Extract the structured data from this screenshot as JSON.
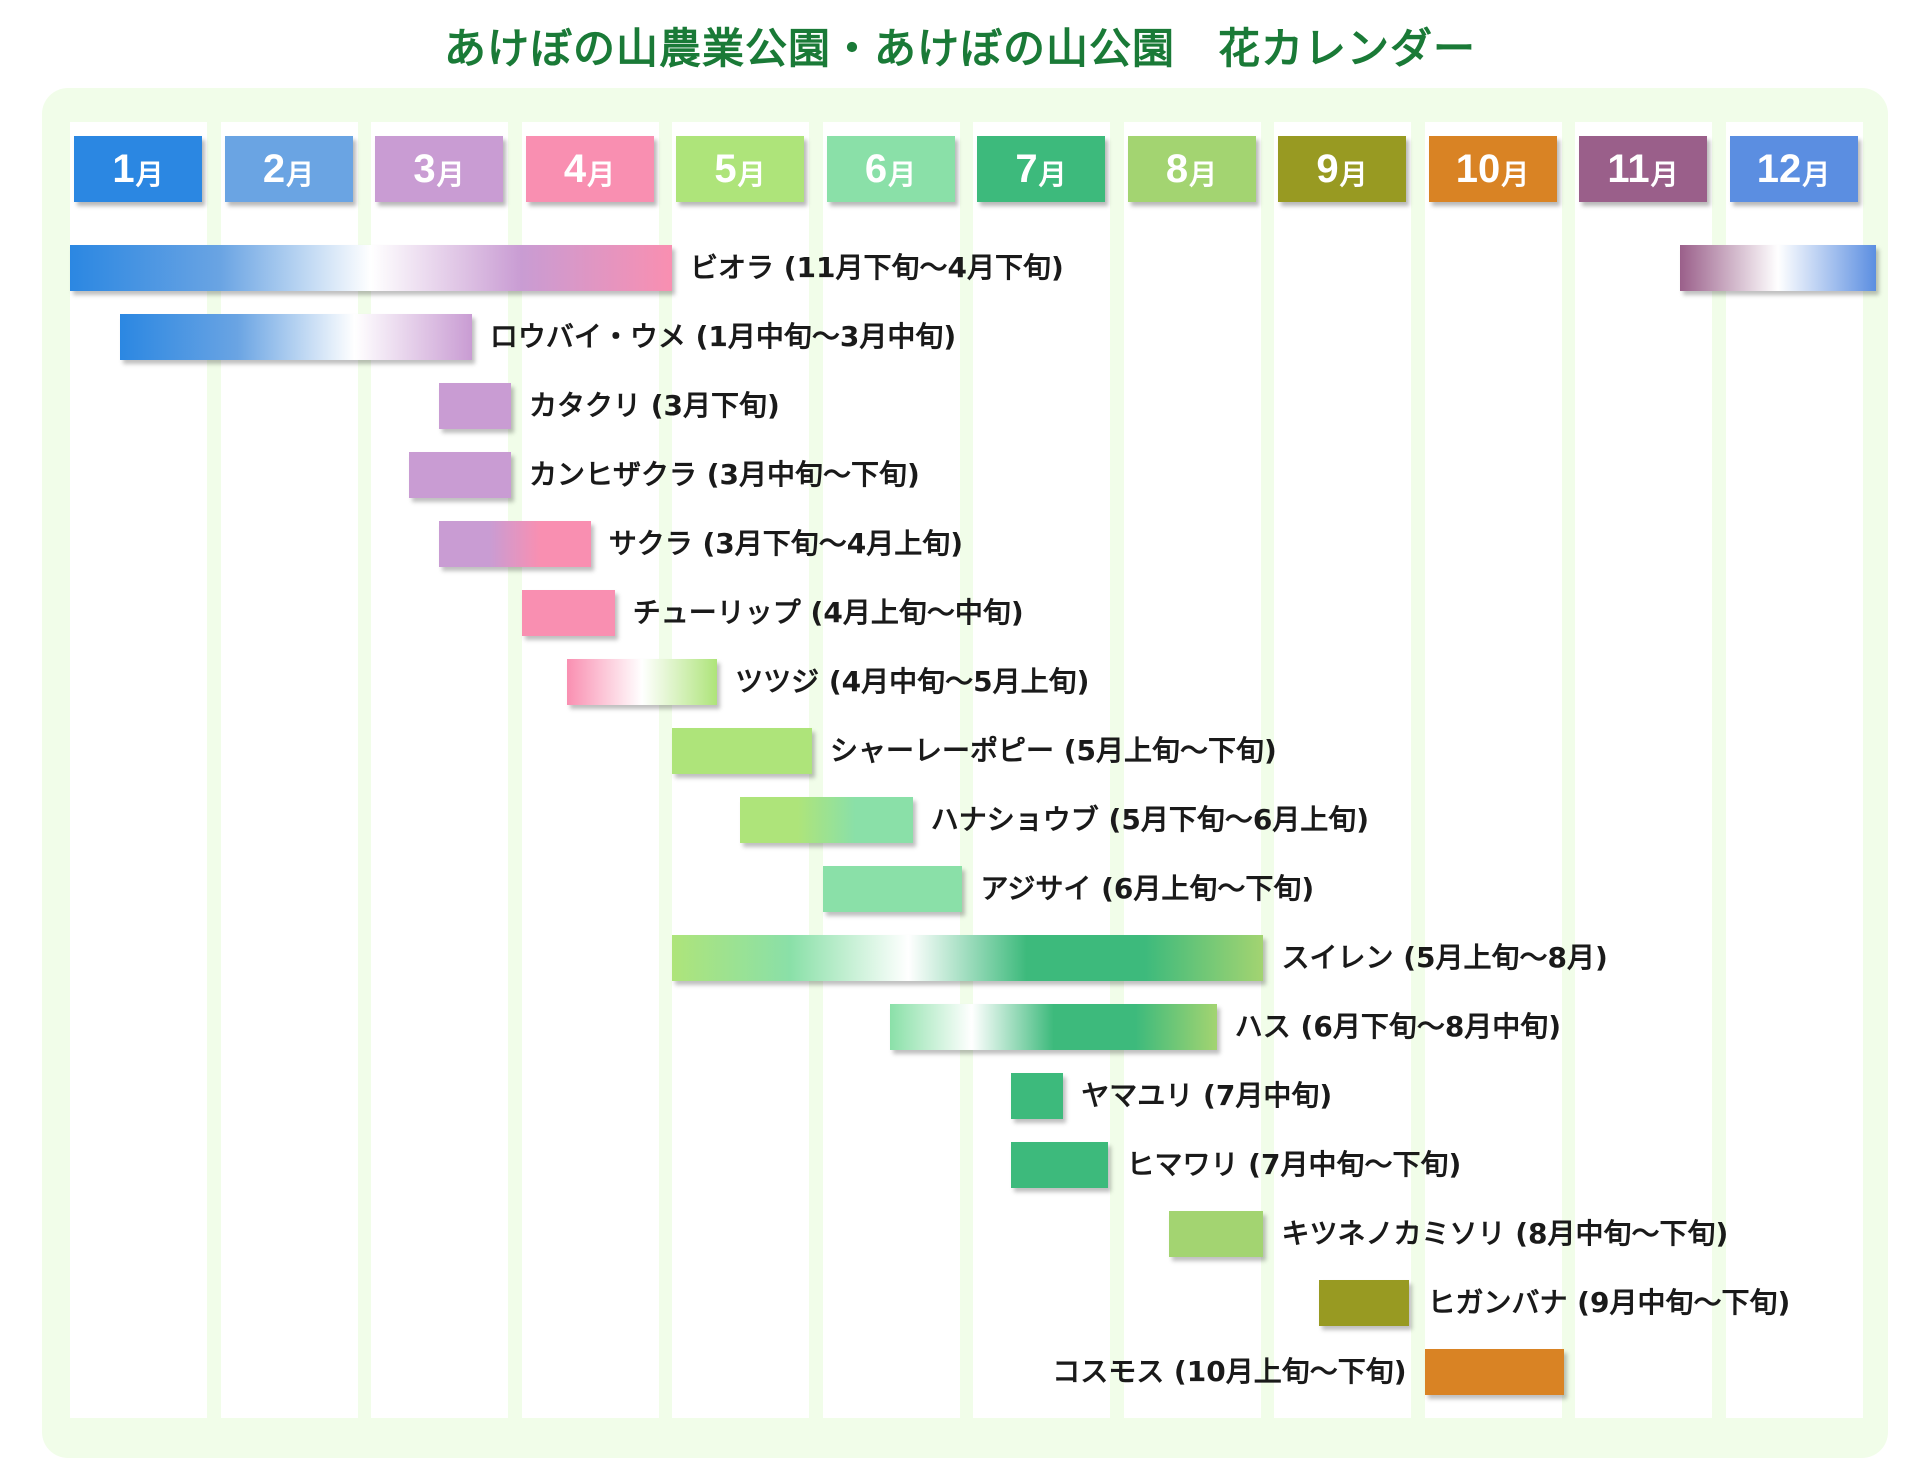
{
  "title": "あけぼの山農業公園・あけぼの山公園　花カレンダー",
  "months": [
    {
      "num": "1",
      "unit": "月",
      "color": "#2b87e2"
    },
    {
      "num": "2",
      "unit": "月",
      "color": "#6aa4e3"
    },
    {
      "num": "3",
      "unit": "月",
      "color": "#c99cd3"
    },
    {
      "num": "4",
      "unit": "月",
      "color": "#f98fb1"
    },
    {
      "num": "5",
      "unit": "月",
      "color": "#aee47a"
    },
    {
      "num": "6",
      "unit": "月",
      "color": "#8ae0a8"
    },
    {
      "num": "7",
      "unit": "月",
      "color": "#3dba7c"
    },
    {
      "num": "8",
      "unit": "月",
      "color": "#a3d471"
    },
    {
      "num": "9",
      "unit": "月",
      "color": "#989a22"
    },
    {
      "num": "10",
      "unit": "月",
      "color": "#d98324"
    },
    {
      "num": "11",
      "unit": "月",
      "color": "#9a5f8a"
    },
    {
      "num": "12",
      "unit": "月",
      "color": "#5b8ee1"
    }
  ],
  "flowers": [
    {
      "label": "ビオラ (11月下旬～4月下旬)",
      "label_side": "right",
      "segments": [
        {
          "start": 0.0,
          "end": 4.0,
          "colors": [
            "#2b87e2",
            "#6aa4e3",
            "#ffffff",
            "#c99cd3",
            "#f98fb1"
          ]
        },
        {
          "start": 10.7,
          "end": 12.0,
          "colors": [
            "#9a5f8a",
            "#ffffff",
            "#5b8ee1"
          ]
        }
      ]
    },
    {
      "label": "ロウバイ・ウメ (1月中旬～3月中旬)",
      "label_side": "right",
      "segments": [
        {
          "start": 0.33,
          "end": 2.67,
          "colors": [
            "#2b87e2",
            "#6aa4e3",
            "#ffffff",
            "#c99cd3"
          ]
        }
      ]
    },
    {
      "label": "カタクリ (3月下旬)",
      "label_side": "right",
      "segments": [
        {
          "start": 2.45,
          "end": 2.93,
          "colors": [
            "#c99cd3"
          ]
        }
      ]
    },
    {
      "label": "カンヒザクラ (3月中旬～下旬)",
      "label_side": "right",
      "segments": [
        {
          "start": 2.25,
          "end": 2.93,
          "colors": [
            "#c99cd3"
          ]
        }
      ]
    },
    {
      "label": "サクラ (3月下旬～4月上旬)",
      "label_side": "right",
      "segments": [
        {
          "start": 2.45,
          "end": 3.46,
          "colors": [
            "#c99cd3",
            "#c99cd3",
            "#f98fb1",
            "#f98fb1"
          ]
        }
      ]
    },
    {
      "label": "チューリップ (4月上旬～中旬)",
      "label_side": "right",
      "segments": [
        {
          "start": 3.0,
          "end": 3.62,
          "colors": [
            "#f98fb1"
          ]
        }
      ]
    },
    {
      "label": "ツツジ (4月中旬～5月上旬)",
      "label_side": "right",
      "segments": [
        {
          "start": 3.3,
          "end": 4.3,
          "colors": [
            "#f98fb1",
            "#ffffff",
            "#aee47a"
          ]
        }
      ]
    },
    {
      "label": "シャーレーポピー (5月上旬～下旬)",
      "label_side": "right",
      "segments": [
        {
          "start": 4.0,
          "end": 4.93,
          "colors": [
            "#aee47a"
          ]
        }
      ]
    },
    {
      "label": "ハナショウブ (5月下旬～6月上旬)",
      "label_side": "right",
      "segments": [
        {
          "start": 4.45,
          "end": 5.6,
          "colors": [
            "#aee47a",
            "#aee47a",
            "#8ae0a8",
            "#8ae0a8"
          ]
        }
      ]
    },
    {
      "label": "アジサイ (6月上旬～下旬)",
      "label_side": "right",
      "segments": [
        {
          "start": 5.0,
          "end": 5.93,
          "colors": [
            "#8ae0a8"
          ]
        }
      ]
    },
    {
      "label": "スイレン (5月上旬～8月)",
      "label_side": "right",
      "segments": [
        {
          "start": 4.0,
          "end": 7.93,
          "colors": [
            "#aee47a",
            "#8ae0a8",
            "#ffffff",
            "#3dba7c",
            "#3dba7c",
            "#a3d471"
          ]
        }
      ]
    },
    {
      "label": "ハス (6月下旬～8月中旬)",
      "label_side": "right",
      "segments": [
        {
          "start": 5.45,
          "end": 7.62,
          "colors": [
            "#8ae0a8",
            "#ffffff",
            "#3dba7c",
            "#3dba7c",
            "#a3d471"
          ]
        }
      ]
    },
    {
      "label": "ヤマユリ (7月中旬)",
      "label_side": "right",
      "segments": [
        {
          "start": 6.25,
          "end": 6.6,
          "colors": [
            "#3dba7c"
          ]
        }
      ]
    },
    {
      "label": "ヒマワリ (7月中旬～下旬)",
      "label_side": "right",
      "segments": [
        {
          "start": 6.25,
          "end": 6.9,
          "colors": [
            "#3dba7c"
          ]
        }
      ]
    },
    {
      "label": "キツネノカミソリ (8月中旬～下旬)",
      "label_side": "right",
      "segments": [
        {
          "start": 7.3,
          "end": 7.93,
          "colors": [
            "#a3d471"
          ]
        }
      ]
    },
    {
      "label": "ヒガンバナ (9月中旬～下旬)",
      "label_side": "right",
      "segments": [
        {
          "start": 8.3,
          "end": 8.9,
          "colors": [
            "#989a22"
          ]
        }
      ]
    },
    {
      "label": "コスモス (10月上旬～下旬)",
      "label_side": "left",
      "segments": [
        {
          "start": 9.0,
          "end": 9.93,
          "colors": [
            "#d98324"
          ]
        }
      ]
    }
  ]
}
